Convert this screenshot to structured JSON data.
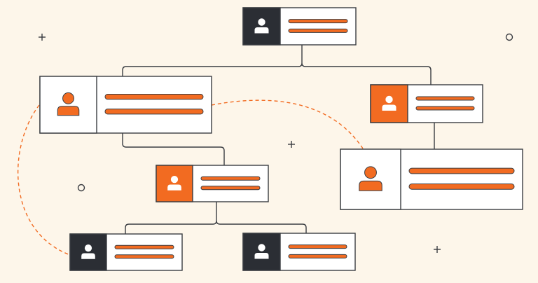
{
  "diagram": {
    "type": "org-chart",
    "colors": {
      "background": "#fdf6ea",
      "card": "#ffffff",
      "stroke": "#3a3d42",
      "accent": "#f26b21",
      "dark": "#2b2e34",
      "person_on_dark": "#ffffff",
      "person_on_light": "#f26b21"
    },
    "nodes": [
      {
        "id": "root",
        "icon": "person-icon",
        "icon_panel": "dark",
        "parent": null
      },
      {
        "id": "left-manager",
        "icon": "person-icon",
        "icon_panel": "light",
        "parent": "root"
      },
      {
        "id": "right-manager",
        "icon": "person-icon",
        "icon_panel": "accent",
        "parent": "root"
      },
      {
        "id": "right-report",
        "icon": "person-icon",
        "icon_panel": "light",
        "parent": "right-manager"
      },
      {
        "id": "middle-lead",
        "icon": "person-icon",
        "icon_panel": "accent",
        "parent": "left-manager"
      },
      {
        "id": "bottom-left",
        "icon": "person-icon",
        "icon_panel": "dark",
        "parent": "middle-lead"
      },
      {
        "id": "bottom-right",
        "icon": "person-icon",
        "icon_panel": "dark",
        "parent": "middle-lead"
      }
    ],
    "decorations": [
      {
        "id": "dashed-arc-left",
        "kind": "dashed-curve"
      },
      {
        "id": "dashed-arc-middle",
        "kind": "dashed-curve"
      },
      {
        "id": "plus-1",
        "kind": "plus-icon"
      },
      {
        "id": "plus-2",
        "kind": "plus-icon"
      },
      {
        "id": "plus-3",
        "kind": "plus-icon"
      },
      {
        "id": "circle-1",
        "kind": "circle-icon"
      },
      {
        "id": "circle-2",
        "kind": "circle-icon"
      }
    ]
  }
}
